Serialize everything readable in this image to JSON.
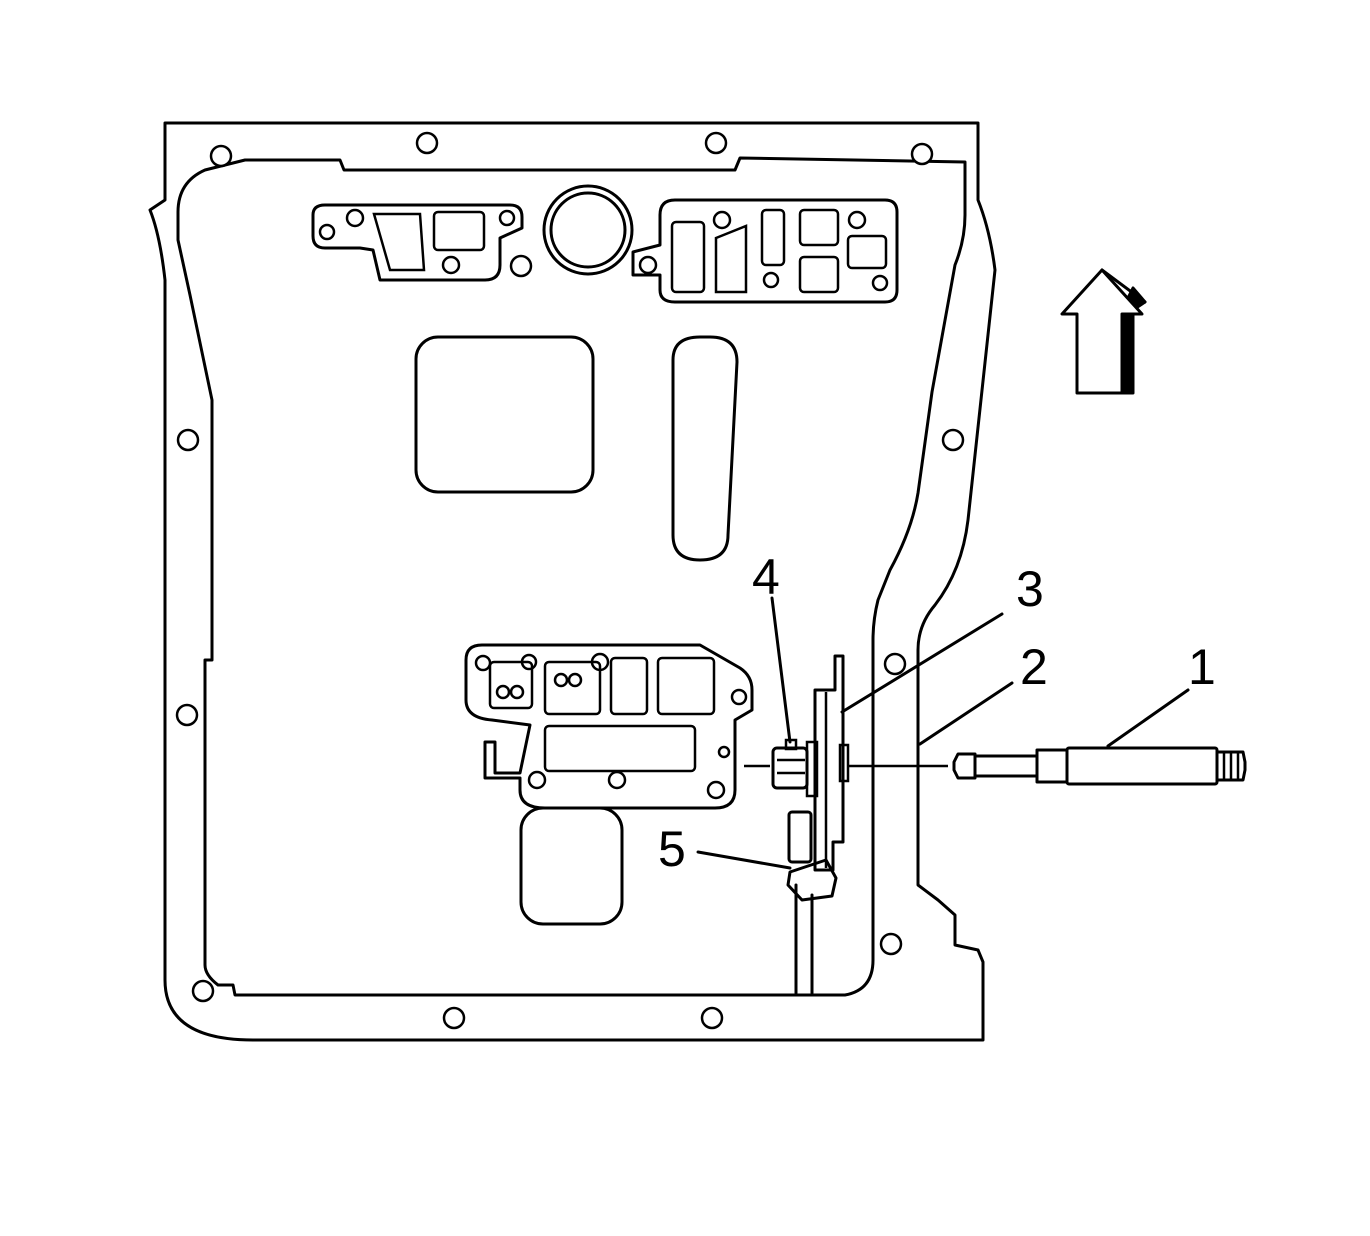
{
  "callouts": {
    "c1": "1",
    "c2": "2",
    "c3": "3",
    "c4": "4",
    "c5": "5"
  },
  "colors": {
    "line": "#000000",
    "background": "#ffffff"
  },
  "icons": {
    "direction": "up-arrow-icon"
  }
}
